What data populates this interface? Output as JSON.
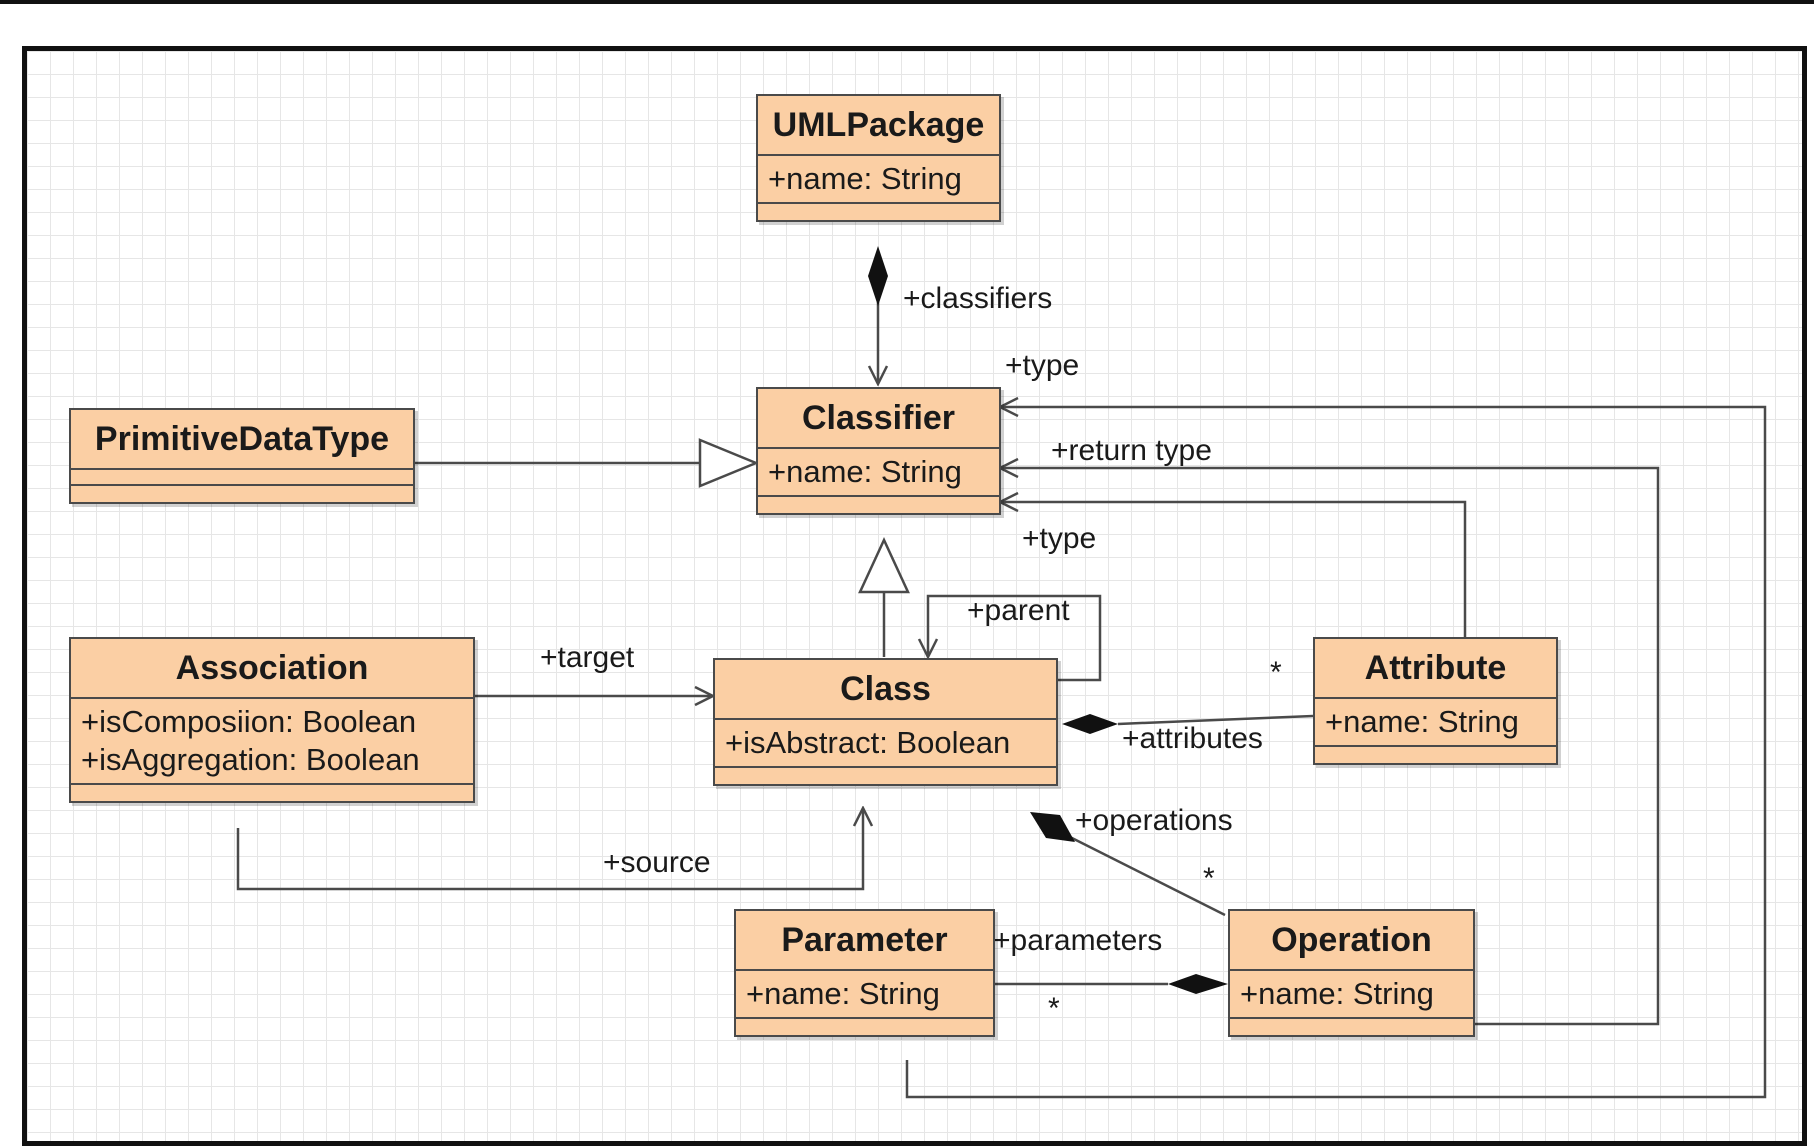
{
  "classes": {
    "umlpackage": {
      "name": "UMLPackage",
      "attrs": [
        "+name: String"
      ]
    },
    "classifier": {
      "name": "Classifier",
      "attrs": [
        "+name: String"
      ]
    },
    "primitive": {
      "name": "PrimitiveDataType",
      "attrs": []
    },
    "association": {
      "name": "Association",
      "attrs": [
        "+isComposiion: Boolean",
        "+isAggregation: Boolean"
      ]
    },
    "class": {
      "name": "Class",
      "attrs": [
        "+isAbstract: Boolean"
      ]
    },
    "attribute": {
      "name": "Attribute",
      "attrs": [
        "+name: String"
      ]
    },
    "parameter": {
      "name": "Parameter",
      "attrs": [
        "+name: String"
      ]
    },
    "operation": {
      "name": "Operation",
      "attrs": [
        "+name: String"
      ]
    }
  },
  "labels": {
    "classifiers": "+classifiers",
    "type_top": "+type",
    "return_type": "+return type",
    "type_attr": "+type",
    "parent": "+parent",
    "target": "+target",
    "attributes": "+attributes",
    "attributes_mult": "*",
    "operations": "+operations",
    "operations_mult": "*",
    "source": "+source",
    "parameters": "+parameters",
    "parameters_mult": "*"
  },
  "colors": {
    "class_fill": "#fbcfa4",
    "line": "#4a4a4a",
    "grid": "#e6e6e6"
  }
}
